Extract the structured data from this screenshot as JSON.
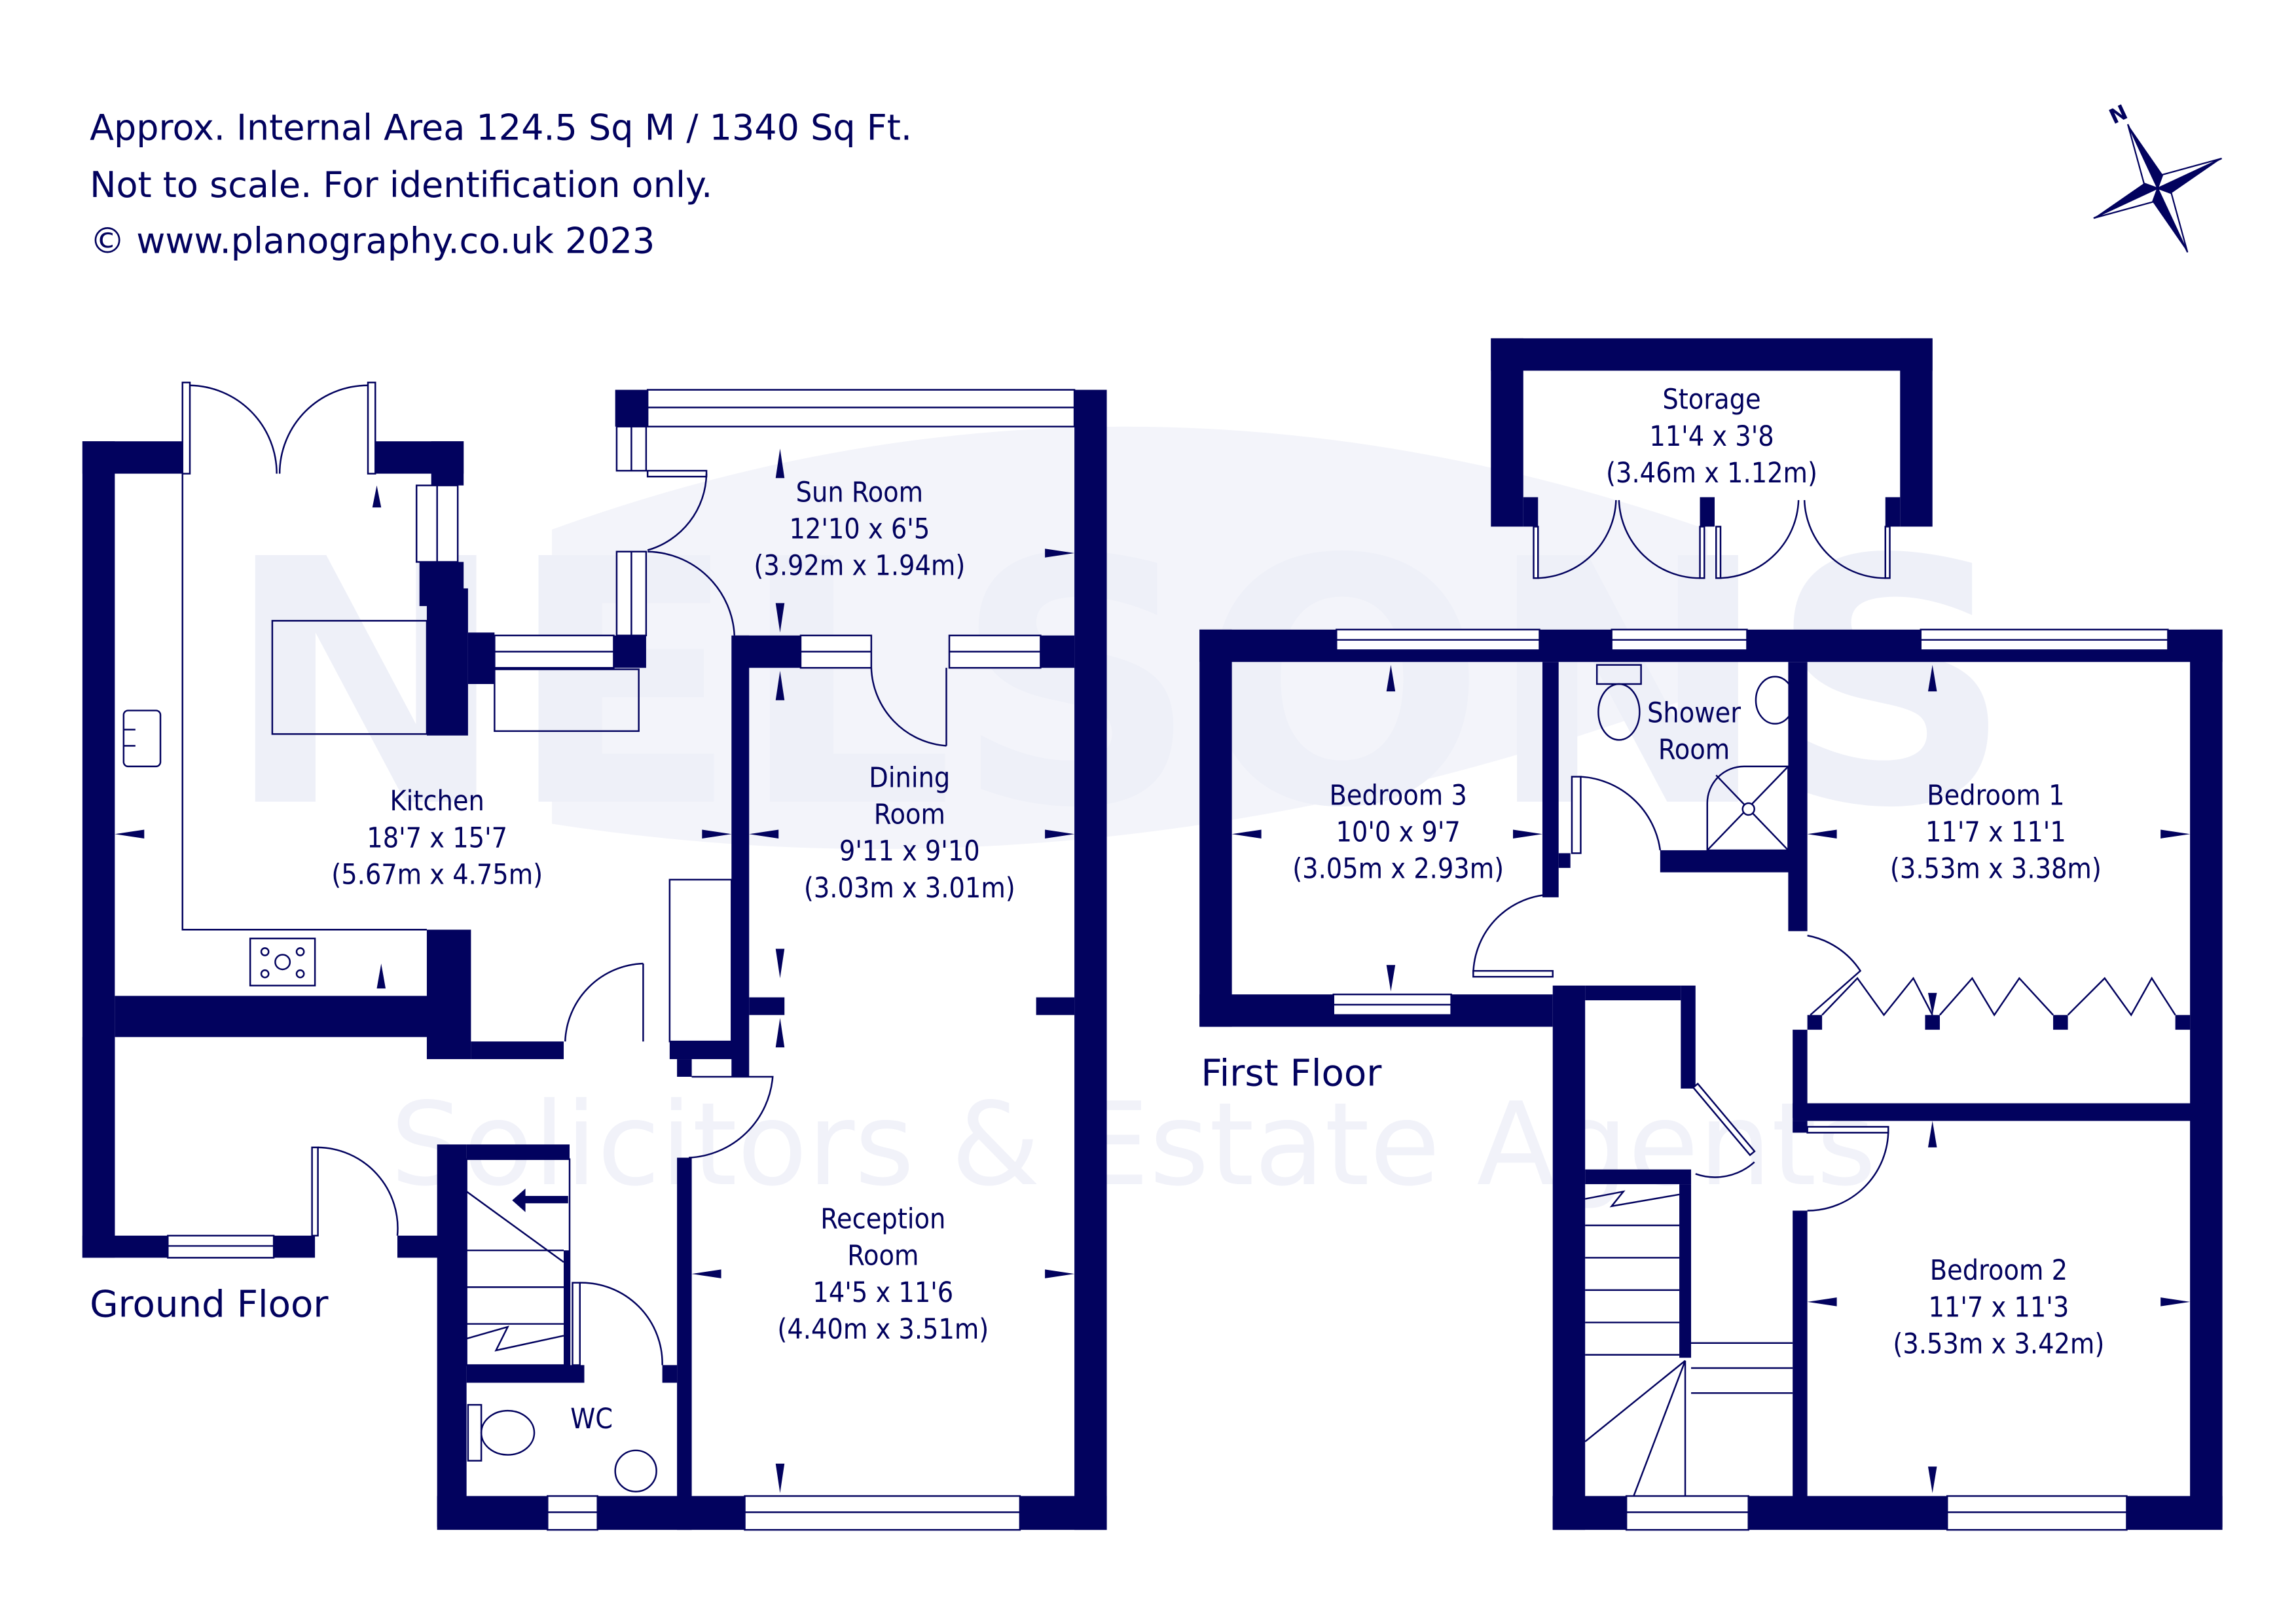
{
  "header": {
    "line1": "Approx. Internal Area 124.5 Sq M / 1340 Sq Ft.",
    "line2": "Not to scale. For identification only.",
    "line3": "© www.planography.co.uk 2023"
  },
  "compass": {
    "label": "N",
    "icon": "compass-rose-icon"
  },
  "watermark": {
    "brand": "NELSONS",
    "tagline": "Solicitors & Estate Agents"
  },
  "colors": {
    "ink": "#02025e",
    "background": "#ffffff",
    "watermark": "#eef0f8"
  },
  "ground_floor": {
    "label": "Ground Floor",
    "rooms": [
      {
        "name": "Kitchen",
        "imperial": "18'7 x 15'7",
        "metric": "(5.67m x 4.75m)"
      },
      {
        "name": "Sun Room",
        "imperial": "12'10 x 6'5",
        "metric": "(3.92m x 1.94m)"
      },
      {
        "name_line1": "Dining",
        "name_line2": "Room",
        "imperial": "9'11 x 9'10",
        "metric": "(3.03m x 3.01m)"
      },
      {
        "name_line1": "Reception",
        "name_line2": "Room",
        "imperial": "14'5 x 11'6",
        "metric": "(4.40m x 3.51m)"
      },
      {
        "name": "WC"
      }
    ]
  },
  "first_floor": {
    "label": "First Floor",
    "rooms": [
      {
        "name": "Storage",
        "imperial": "11'4 x 3'8",
        "metric": "(3.46m x 1.12m)"
      },
      {
        "name": "Bedroom 3",
        "imperial": "10'0 x 9'7",
        "metric": "(3.05m x 2.93m)"
      },
      {
        "name_line1": "Shower",
        "name_line2": "Room"
      },
      {
        "name": "Bedroom 1",
        "imperial": "11'7 x 11'1",
        "metric": "(3.53m x 3.38m)"
      },
      {
        "name": "Bedroom 2",
        "imperial": "11'7 x 11'3",
        "metric": "(3.53m x 3.42m)"
      }
    ]
  }
}
